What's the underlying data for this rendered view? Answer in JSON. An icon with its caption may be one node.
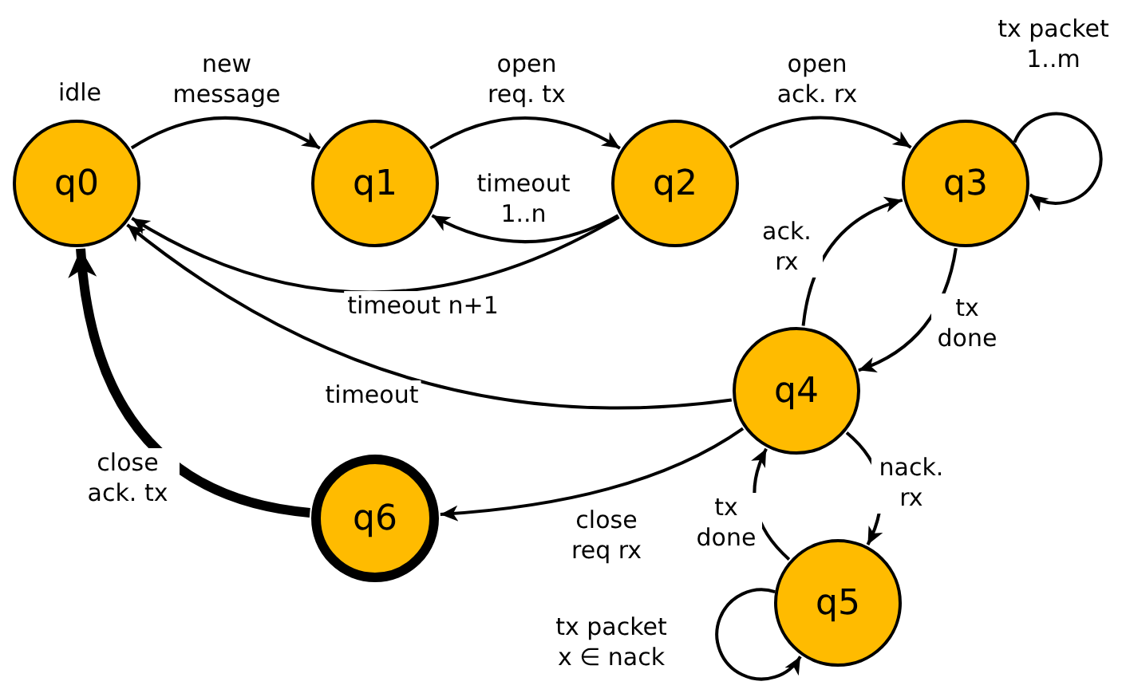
{
  "diagram": {
    "nodes": [
      {
        "text": [
          "q0"
        ],
        "beside": [
          "idle"
        ]
      },
      {
        "text": [
          "q1"
        ]
      },
      {
        "text": [
          "q2"
        ]
      },
      {
        "text": [
          "q3"
        ]
      },
      {
        "text": [
          "q4"
        ]
      },
      {
        "text": [
          "q5"
        ]
      },
      {
        "text": [
          "q6"
        ]
      }
    ],
    "edges": [
      {
        "from": 0,
        "to": 1,
        "arrow": "to",
        "label": "new message"
      },
      {
        "from": 1,
        "to": 2,
        "arrow": "to",
        "label": "open req. tx"
      },
      {
        "from": 2,
        "to": 1,
        "arrow": "to",
        "label": "timeout 1..n"
      },
      {
        "from": 2,
        "to": 0,
        "arrow": "to",
        "label": "timeout n+1"
      },
      {
        "from": 2,
        "to": 3,
        "arrow": "to",
        "label": "open ack. rx"
      },
      {
        "from": 3,
        "to": 3,
        "arrow": "to",
        "label": "tx packet 1..m"
      },
      {
        "from": 3,
        "to": 4,
        "arrow": "to",
        "label": "tx done"
      },
      {
        "from": 4,
        "to": 3,
        "arrow": "to",
        "label": "ack. rx"
      },
      {
        "from": 4,
        "to": 0,
        "arrow": "to",
        "label": "timeout"
      },
      {
        "from": 4,
        "to": 6,
        "arrow": "to",
        "label": "close req rx"
      },
      {
        "from": 4,
        "to": 5,
        "arrow": "to",
        "label": "nack. rx"
      },
      {
        "from": 5,
        "to": 4,
        "arrow": "to",
        "label": "tx done"
      },
      {
        "from": 5,
        "to": 5,
        "arrow": "to",
        "label": "tx packet x ∈ nack"
      },
      {
        "from": 6,
        "to": 0,
        "arrow": "to",
        "label": "close ack. tx",
        "style": "thick"
      }
    ]
  }
}
